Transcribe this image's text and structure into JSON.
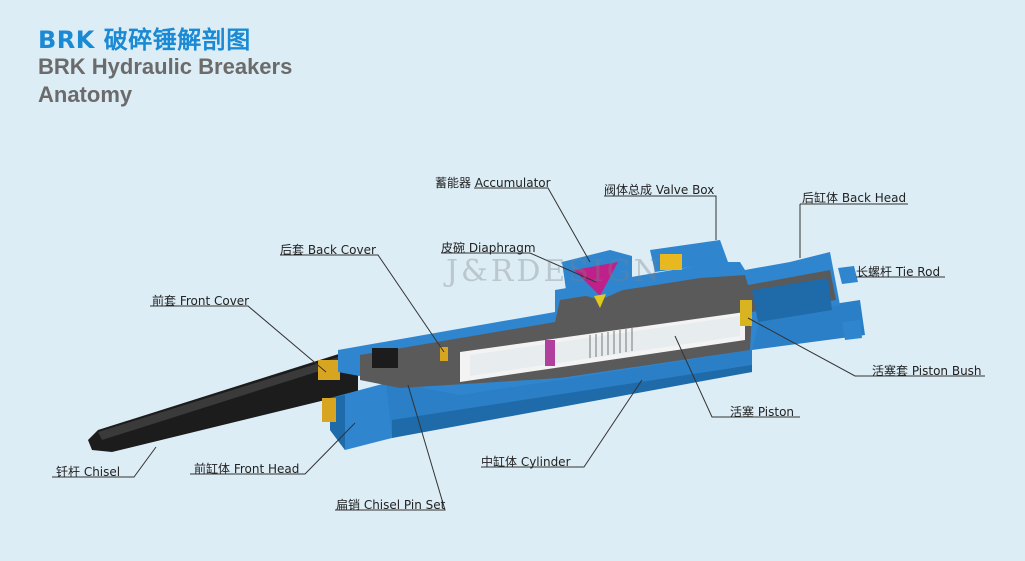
{
  "title": {
    "zh": "BRK 破碎锤解剖图",
    "en_line1": "BRK Hydraulic Breakers",
    "en_line2": "Anatomy"
  },
  "watermark": "J&RDESIGN",
  "colors": {
    "background": "#dcedf6",
    "title_blue": "#1a8ad4",
    "title_gray": "#6b6b6b",
    "body_blue": "#2f86cf",
    "chisel": "#1c1c1c",
    "brass": "#d8a520",
    "accumulator_magenta": "#c0208a"
  },
  "labels": {
    "accumulator": "蓄能器 Accumulator",
    "valve_box": "阀体总成 Valve Box",
    "back_head": "后缸体 Back Head",
    "diaphragm": "皮碗 Diaphragm",
    "back_cover": "后套 Back Cover",
    "tie_rod": "长螺杆 Tie Rod",
    "front_cover": "前套 Front Cover",
    "piston_bush": "活塞套 Piston Bush",
    "piston": "活塞 Piston",
    "chisel": "钎杆 Chisel",
    "front_head": "前缸体 Front Head",
    "cylinder": "中缸体 Cylinder",
    "chisel_pin_set": "扁销 Chisel Pin Set"
  }
}
